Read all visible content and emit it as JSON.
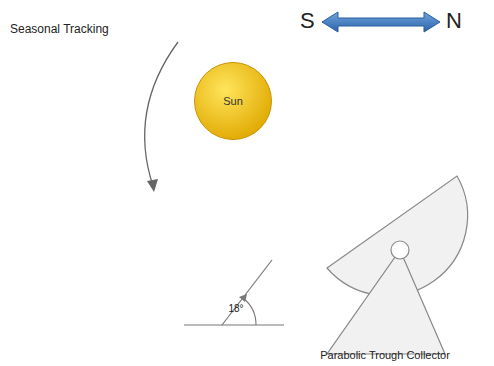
{
  "diagram": {
    "nodes": [
      {
        "text": [
          "Sun"
        ]
      }
    ],
    "labels": [
      "Seasonal Tracking",
      "S",
      "N",
      "18°",
      "Parabolic Trough Collector"
    ]
  }
}
